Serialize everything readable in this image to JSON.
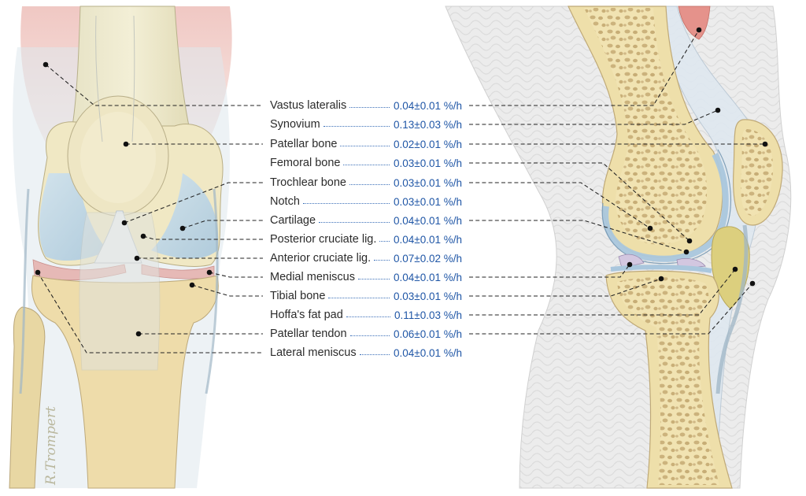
{
  "signature": "R.Trompert",
  "structures": [
    {
      "label": "Vastus lateralis",
      "value": "0.04±0.01 %/h"
    },
    {
      "label": "Synovium",
      "value": "0.13±0.03 %/h"
    },
    {
      "label": "Patellar bone",
      "value": "0.02±0.01 %/h"
    },
    {
      "label": "Femoral bone",
      "value": "0.03±0.01 %/h"
    },
    {
      "label": "Trochlear bone",
      "value": "0.03±0.01 %/h"
    },
    {
      "label": "Notch",
      "value": "0.03±0.01 %/h"
    },
    {
      "label": "Cartilage",
      "value": "0.04±0.01 %/h"
    },
    {
      "label": "Posterior cruciate lig.",
      "value": "0.04±0.01 %/h"
    },
    {
      "label": "Anterior cruciate lig.",
      "value": "0.07±0.02 %/h"
    },
    {
      "label": "Medial meniscus",
      "value": "0.04±0.01 %/h"
    },
    {
      "label": "Tibial bone",
      "value": "0.03±0.01 %/h"
    },
    {
      "label": "Hoffa's fat pad",
      "value": "0.11±0.03 %/h"
    },
    {
      "label": "Patellar tendon",
      "value": "0.06±0.01 %/h"
    },
    {
      "label": "Lateral meniscus",
      "value": "0.04±0.01 %/h"
    }
  ],
  "colors": {
    "label_text": "#2b2b2b",
    "value_text": "#1f56a6",
    "leader_line": "#222222",
    "bone": "#eee0ad",
    "muscle": "#e8aaa3",
    "cartilage": "#c8dceb",
    "meniscus": "#d3c7e0",
    "fat_pad": "#dccf7e",
    "soft_tissue": "#ececec"
  }
}
